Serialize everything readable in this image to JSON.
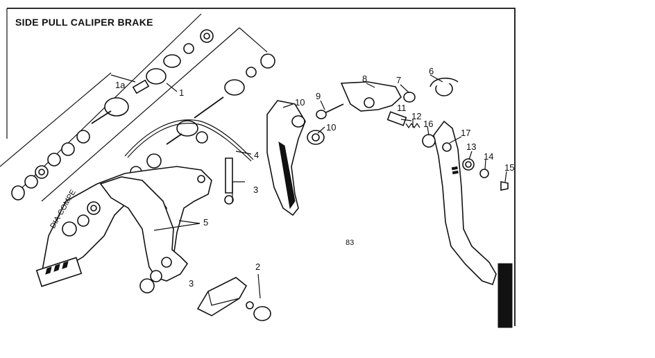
{
  "diagram": {
    "title": "SIDE PULL CALIPER BRAKE",
    "page_code": "83",
    "arm_label": "DIA-COMPE",
    "callouts": {
      "c1a": "1a",
      "c1": "1",
      "c2": "2",
      "c3a": "3",
      "c3b": "3",
      "c4": "4",
      "c5": "5",
      "c6": "6",
      "c7": "7",
      "c8": "8",
      "c9": "9",
      "c10a": "10",
      "c10b": "10",
      "c11": "11",
      "c12": "12",
      "c13": "13",
      "c14": "14",
      "c15": "15",
      "c16": "16",
      "c17": "17"
    }
  }
}
